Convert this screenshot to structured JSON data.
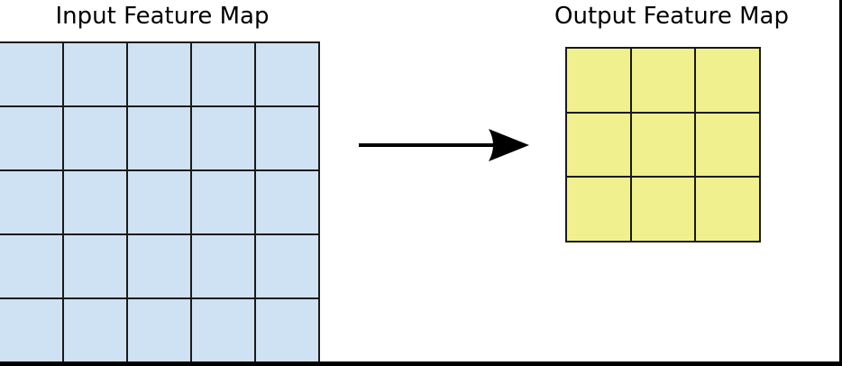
{
  "figure": {
    "background_color": "#ffffff",
    "frame_color": "#000000",
    "grid_line_color": "#1a1a1a",
    "input": {
      "title": "Input Feature Map",
      "rows": 5,
      "cols": 5,
      "cell_color": "#cfe2f3"
    },
    "output": {
      "title": "Output Feature Map",
      "rows": 3,
      "cols": 3,
      "cell_color": "#f0f08e"
    },
    "arrow": {
      "direction": "right",
      "color": "#000000"
    }
  }
}
